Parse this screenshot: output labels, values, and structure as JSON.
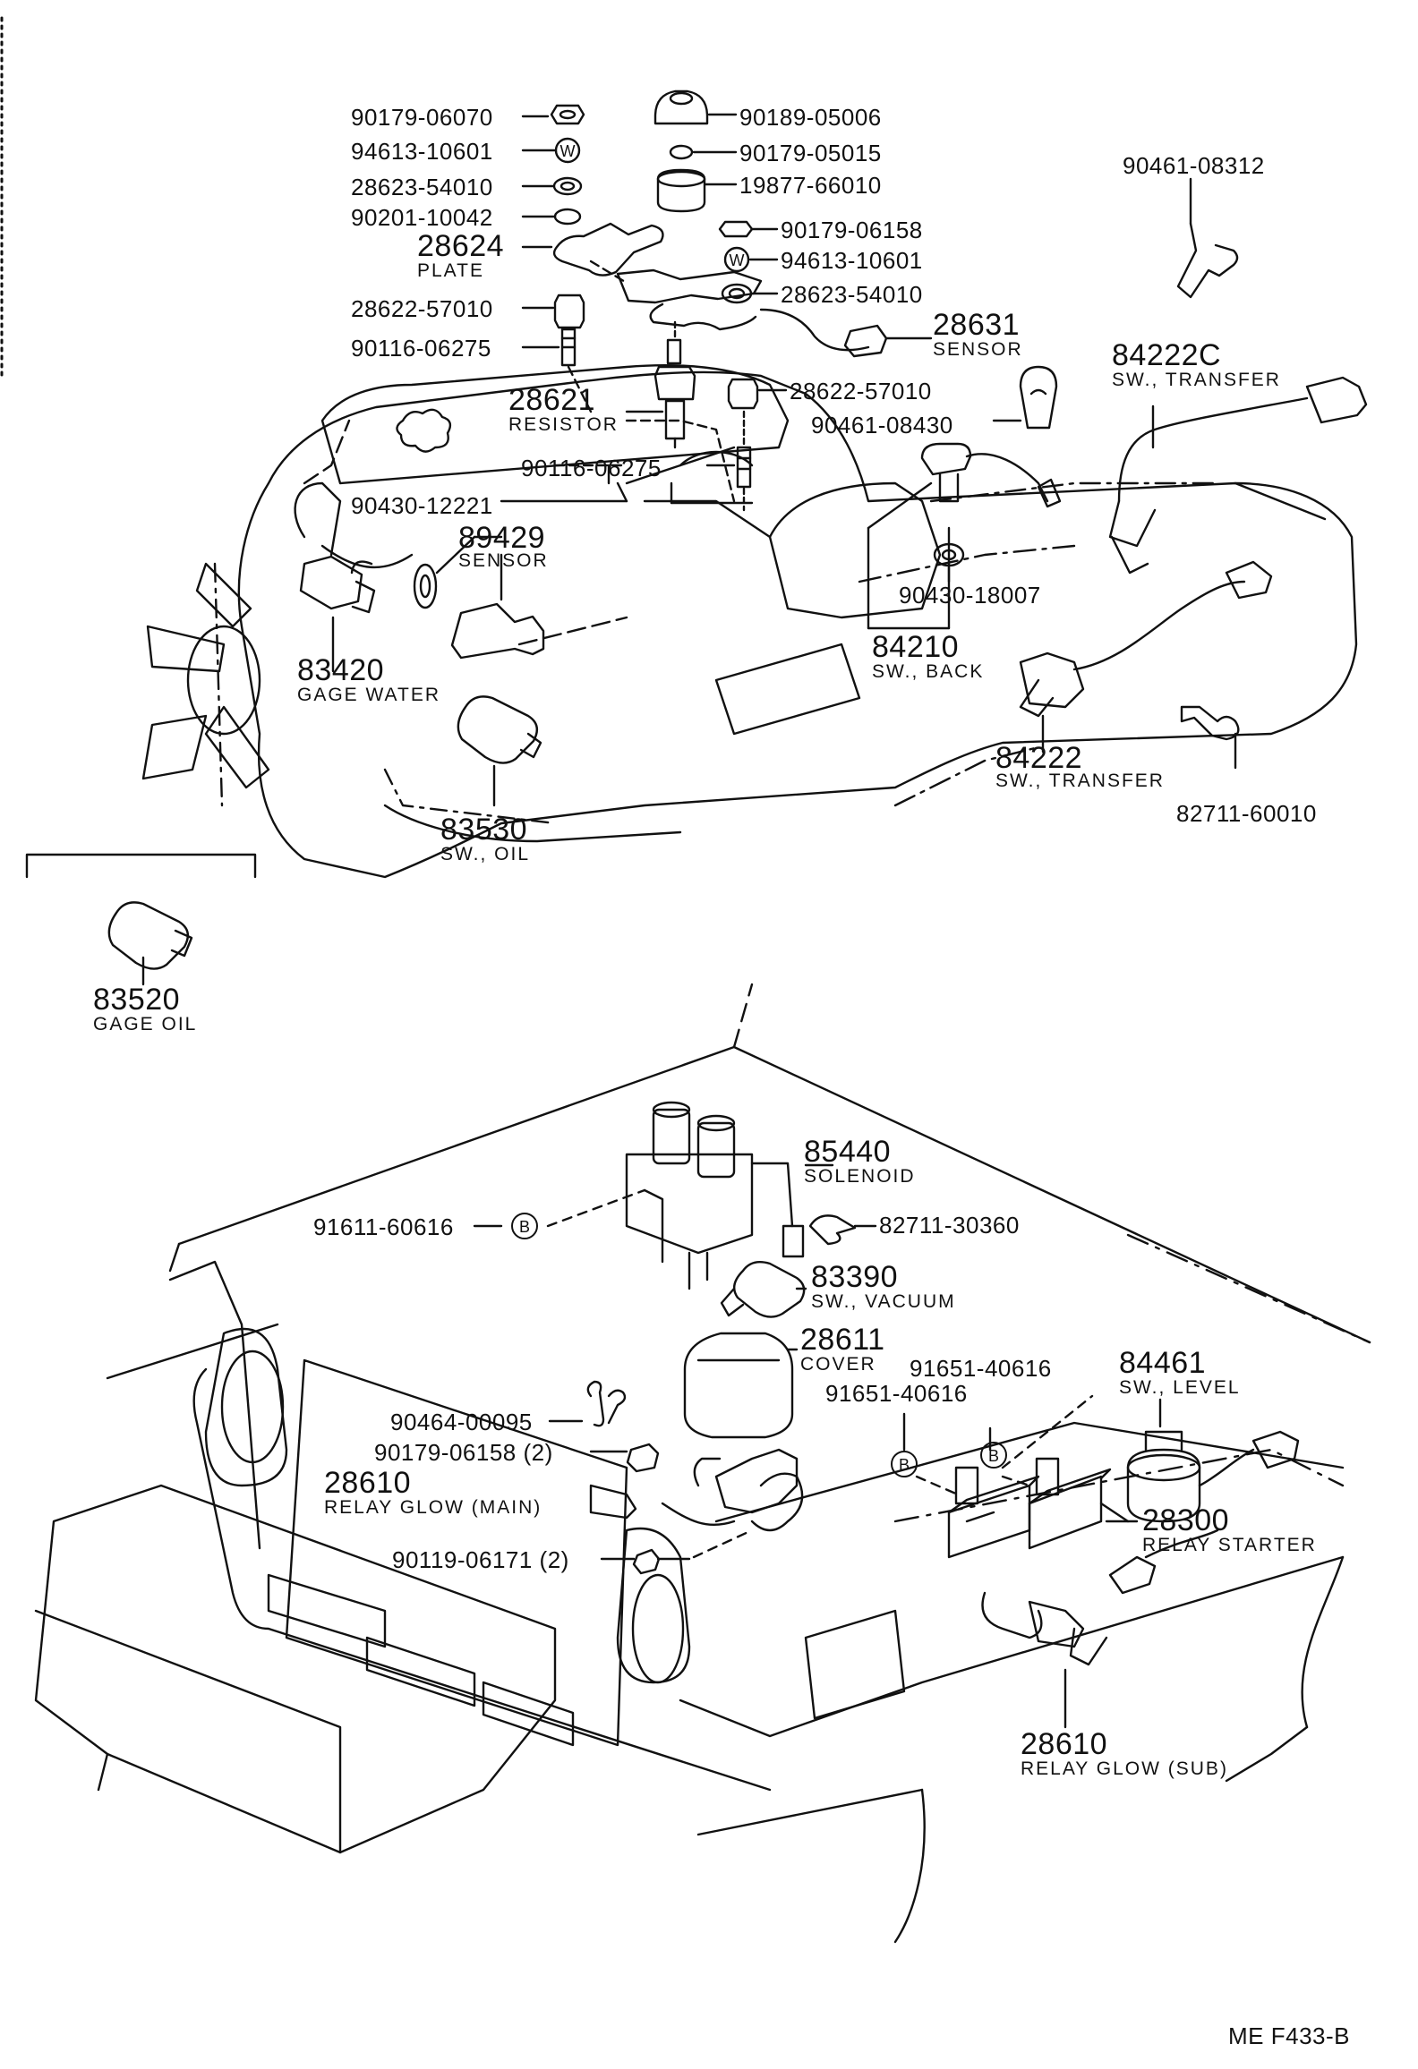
{
  "parts": {
    "p90179_06070": "90179-06070",
    "p94613_10601_a": "94613-10601",
    "p28623_54010_a": "28623-54010",
    "p90201_10042": "90201-10042",
    "p28624": "28624",
    "p28624_desc": "PLATE",
    "p28622_57010_a": "28622-57010",
    "p90116_06275_a": "90116-06275",
    "p90189_05006": "90189-05006",
    "p90179_05015": "90179-05015",
    "p19877_66010": "19877-66010",
    "p90179_06158_a": "90179-06158",
    "p94613_10601_b": "94613-10601",
    "p28623_54010_b": "28623-54010",
    "p28631": "28631",
    "p28631_desc": "SENSOR",
    "p28622_57010_b": "28622-57010",
    "p90461_08430": "90461-08430",
    "p28621": "28621",
    "p28621_desc": "RESISTOR",
    "p90116_06275_b": "90116-06275",
    "p90430_12221": "90430-12221",
    "p89429": "89429",
    "p89429_desc": "SENSOR",
    "p83420": "83420",
    "p83420_desc": "GAGE WATER",
    "p83530": "83530",
    "p83530_desc": "SW., OIL",
    "p83520": "83520",
    "p83520_desc": "GAGE  OIL",
    "p90461_08312": "90461-08312",
    "p84222C": "84222C",
    "p84222C_desc": "SW., TRANSFER",
    "p90430_18007": "90430-18007",
    "p84210": "84210",
    "p84210_desc": "SW., BACK",
    "p84222": "84222",
    "p84222_desc": "SW., TRANSFER",
    "p82711_60010": "82711-60010",
    "p85440": "85440",
    "p85440_desc": "SOLENOID",
    "p91611_60616": "91611-60616",
    "p82711_30360": "82711-30360",
    "p83390": "83390",
    "p83390_desc": "SW., VACUUM",
    "p28611": "28611",
    "p28611_desc": "COVER",
    "p91651_40616_a": "91651-40616",
    "p91651_40616_b": "91651-40616",
    "p84461": "84461",
    "p84461_desc": "SW., LEVEL",
    "p90464_00095": "90464-00095",
    "p90179_06158_b": "90179-06158 (2)",
    "p28610_main": "28610",
    "p28610_main_desc": "RELAY GLOW (MAIN)",
    "p90119_06171": "90119-06171 (2)",
    "p28300": "28300",
    "p28300_desc": "RELAY STARTER",
    "p28610_sub": "28610",
    "p28610_sub_desc": "RELAY GLOW (SUB)"
  },
  "symbols": {
    "washer_mark": "W",
    "bolt_mark": "B"
  },
  "footer": {
    "ref": "ME  F433-B"
  }
}
